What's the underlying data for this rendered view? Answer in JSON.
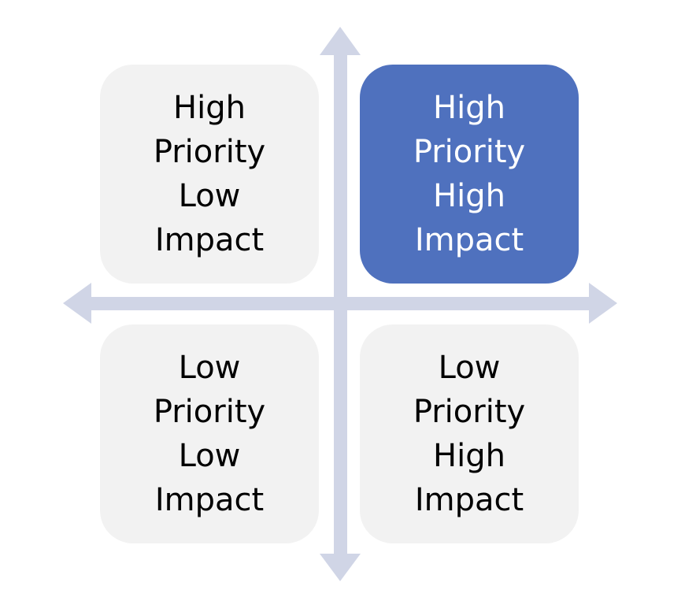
{
  "colors": {
    "axis": "#d0d5e6",
    "quadrant_default": "#f2f2f2",
    "quadrant_highlight": "#4f71be",
    "text_default": "#000000",
    "text_highlight": "#ffffff"
  },
  "quadrants": {
    "top_left": {
      "lines": [
        "High",
        "Priority",
        "Low",
        "Impact"
      ]
    },
    "top_right": {
      "lines": [
        "High",
        "Priority",
        "High",
        "Impact"
      ],
      "highlighted": true
    },
    "bottom_left": {
      "lines": [
        "Low",
        "Priority",
        "Low",
        "Impact"
      ]
    },
    "bottom_right": {
      "lines": [
        "Low",
        "Priority",
        "High",
        "Impact"
      ]
    }
  }
}
